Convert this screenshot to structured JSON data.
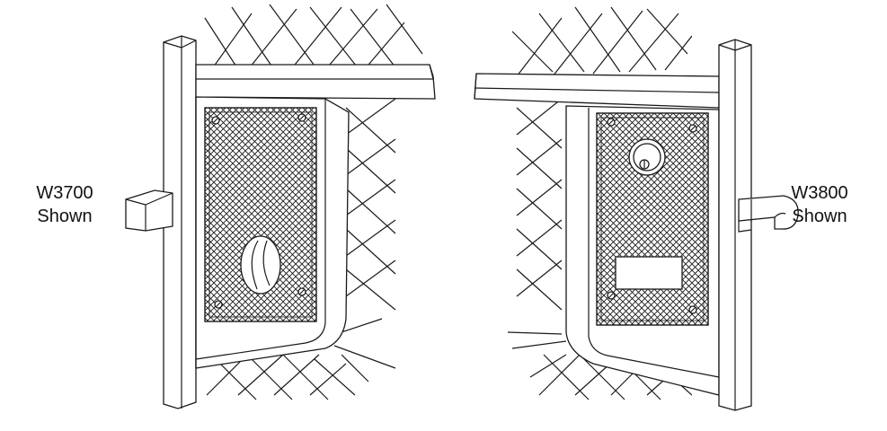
{
  "figure": {
    "left_lock": {
      "model": "W3700",
      "caption": "Shown"
    },
    "right_lock": {
      "model": "W3800",
      "caption": "Shown"
    },
    "colors": {
      "line": "#1a1a1a",
      "background": "#ffffff"
    }
  }
}
